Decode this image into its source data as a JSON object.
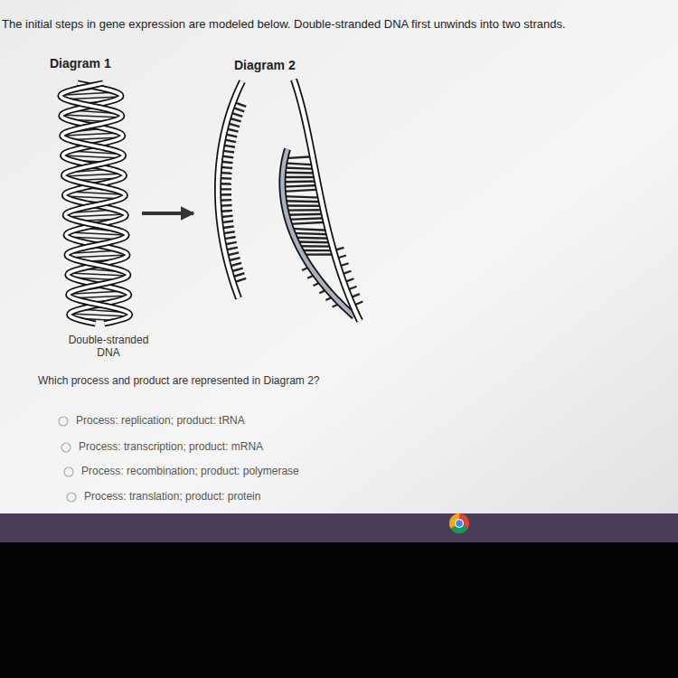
{
  "diagram": {
    "title": "The initial steps in gene expression are modeled below. Double-stranded DNA first unwinds into two strands.",
    "labels": [
      "Diagram 1",
      "Diagram 2",
      "Double-stranded DNA",
      "Which process and product are represented in Diagram 2?",
      "Process: replication; product: tRNA",
      "Process: transcription; product: mRNA",
      "Process: recombination; product: polymerase",
      "Process: translation; product: protein"
    ]
  }
}
